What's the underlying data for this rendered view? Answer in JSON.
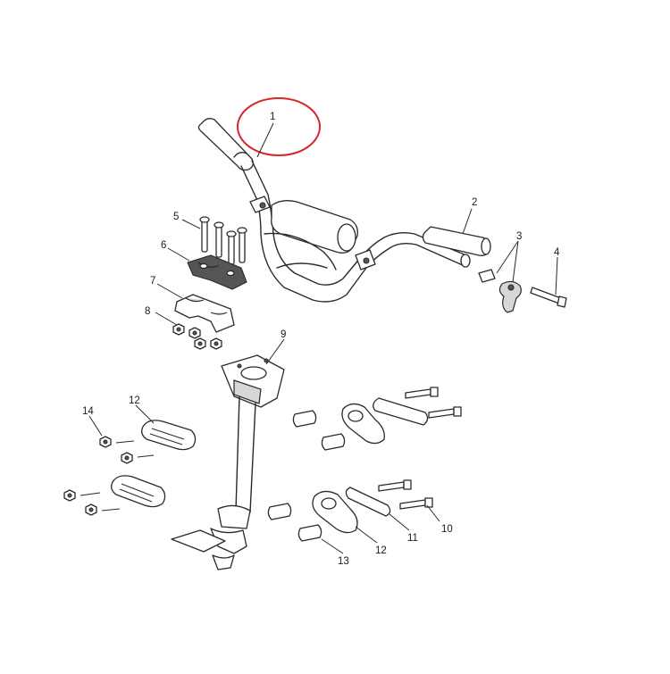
{
  "callouts": [
    {
      "id": "1",
      "label": "1"
    },
    {
      "id": "2",
      "label": "2"
    },
    {
      "id": "3",
      "label": "3"
    },
    {
      "id": "4",
      "label": "4"
    },
    {
      "id": "5",
      "label": "5"
    },
    {
      "id": "6",
      "label": "6"
    },
    {
      "id": "7",
      "label": "7"
    },
    {
      "id": "8",
      "label": "8"
    },
    {
      "id": "9",
      "label": "9"
    },
    {
      "id": "10",
      "label": "10"
    },
    {
      "id": "11",
      "label": "11"
    },
    {
      "id": "12a",
      "label": "12"
    },
    {
      "id": "12b",
      "label": "12"
    },
    {
      "id": "13",
      "label": "13"
    },
    {
      "id": "14",
      "label": "14"
    }
  ],
  "highlight": {
    "target": "1",
    "color": "#d9262c"
  },
  "colors": {
    "line": "#2a2a2a",
    "fill_dark": "#555555",
    "fill_light": "#d7d7d7",
    "background": "#ffffff"
  }
}
